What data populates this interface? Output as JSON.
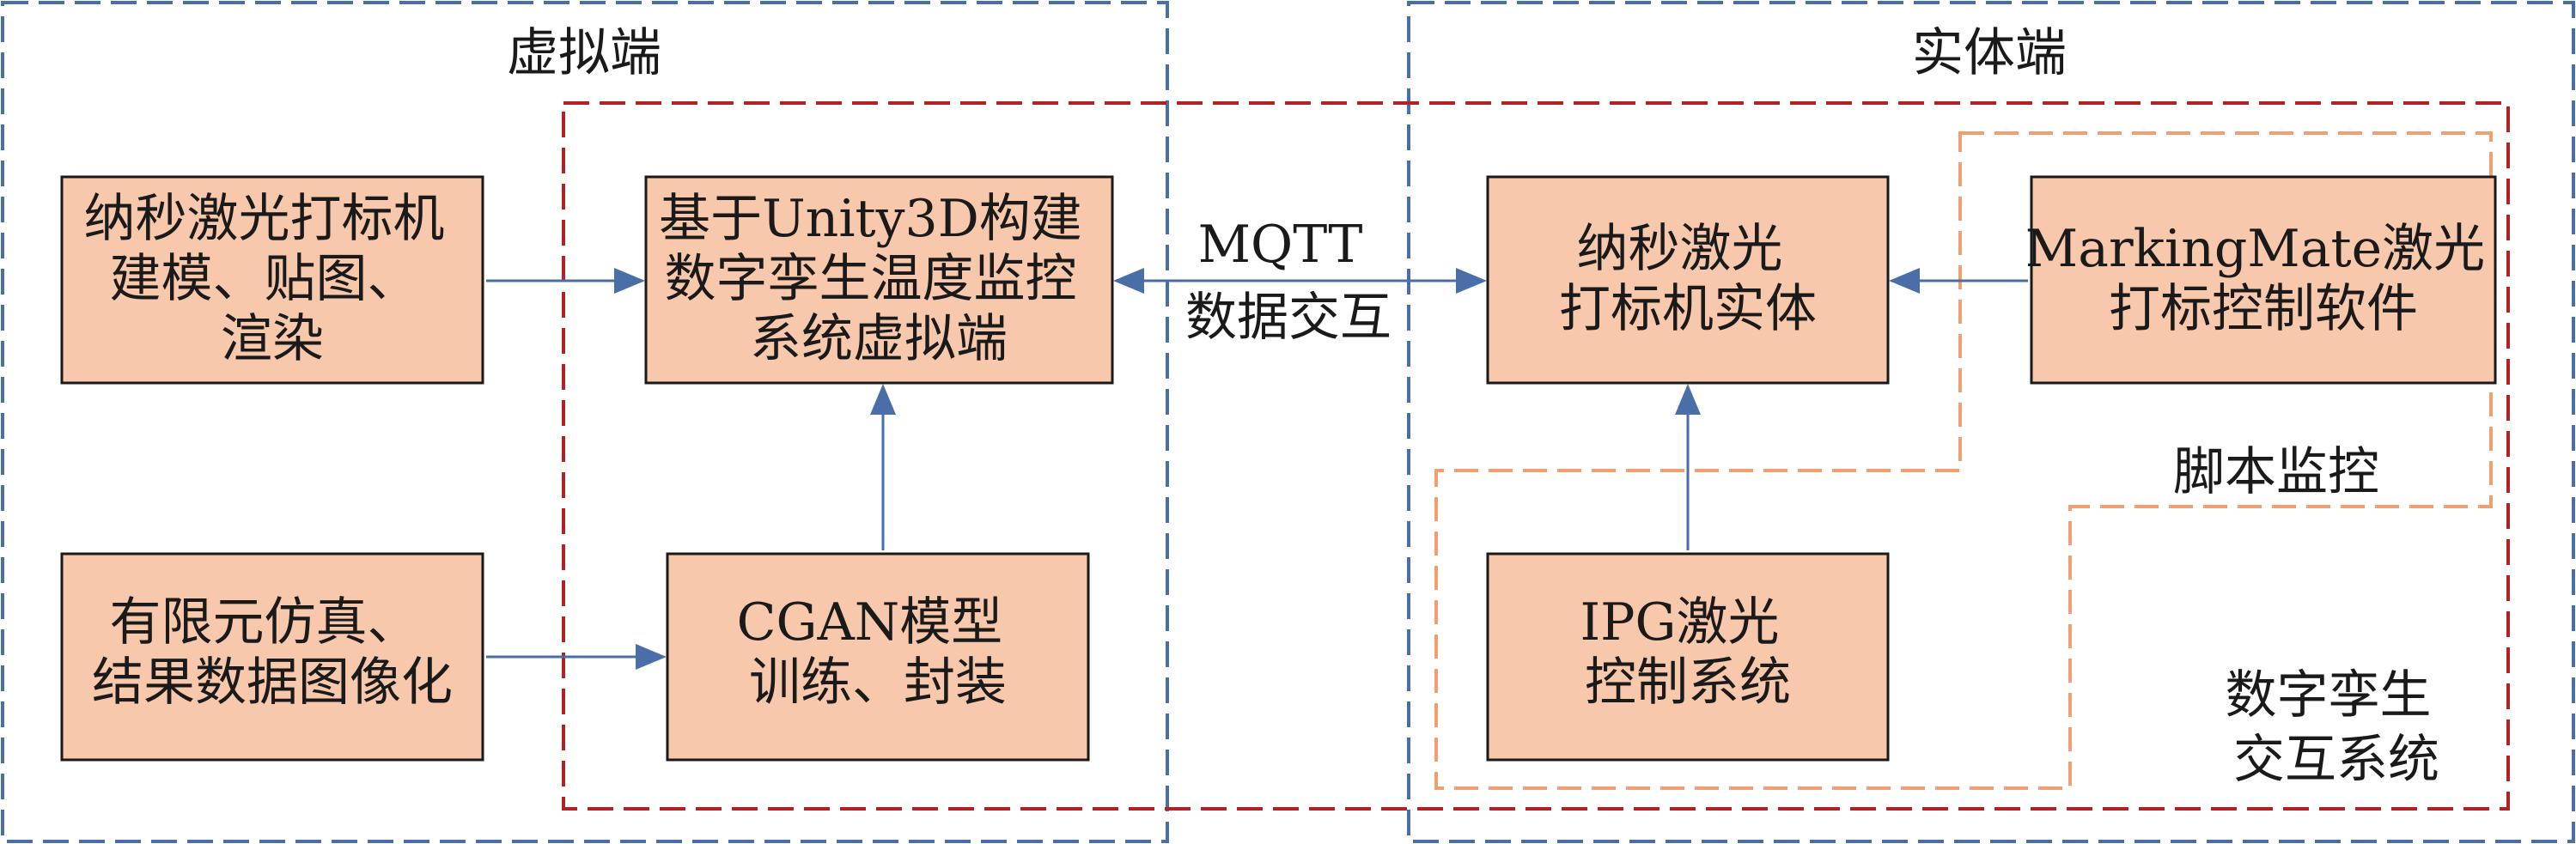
{
  "colors": {
    "box_fill": "#f8c8ac",
    "box_stroke": "#1a1a1a",
    "arrow": "#4a6ea8",
    "virtual_border": "#4a6ea8",
    "physical_border": "#4a6ea8",
    "system_border": "#b22222",
    "script_border": "#f0a070"
  },
  "regions": {
    "virtual_label": "虚拟端",
    "physical_label": "实体端",
    "script_monitor_label": "脚本监控",
    "system_label": [
      "数字孪生",
      "交互系统"
    ]
  },
  "boxes": {
    "modeling": [
      "纳秒激光打标机",
      "建模、贴图、",
      "渲染"
    ],
    "unity_virtual": [
      "基于Unity3D构建",
      "数字孪生温度监控",
      "系统虚拟端"
    ],
    "fea": [
      "有限元仿真、",
      "结果数据图像化"
    ],
    "cgan": [
      "CGAN模型",
      "训练、封装"
    ],
    "laser_entity": [
      "纳秒激光",
      "打标机实体"
    ],
    "markingmate": [
      "MarkingMate激光",
      "打标控制软件"
    ],
    "ipg": [
      "IPG激光",
      "控制系统"
    ]
  },
  "connection": {
    "mqtt_label": [
      "MQTT",
      "数据交互"
    ]
  },
  "icons": {
    "arrowhead": "triangle-arrowhead-icon"
  }
}
